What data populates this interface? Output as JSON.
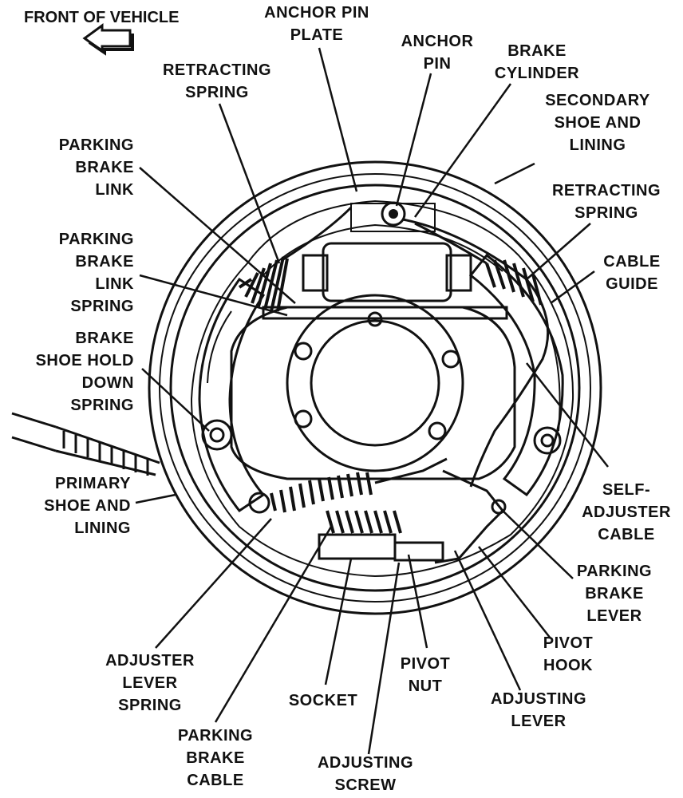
{
  "header": {
    "front_of_vehicle": "FRONT OF VEHICLE"
  },
  "labels": {
    "anchor_pin_plate": [
      "ANCHOR PIN",
      "PLATE"
    ],
    "anchor_pin": [
      "ANCHOR",
      "PIN"
    ],
    "brake_cylinder": [
      "BRAKE",
      "CYLINDER"
    ],
    "retracting_spring_left": [
      "RETRACTING",
      "SPRING"
    ],
    "secondary_shoe": [
      "SECONDARY",
      "SHOE AND",
      "LINING"
    ],
    "parking_brake_link": [
      "PARKING",
      "BRAKE",
      "LINK"
    ],
    "retracting_spring_right": [
      "RETRACTING",
      "SPRING"
    ],
    "parking_brake_link_spring": [
      "PARKING",
      "BRAKE",
      "LINK",
      "SPRING"
    ],
    "cable_guide": [
      "CABLE",
      "GUIDE"
    ],
    "hold_down_spring": [
      "BRAKE",
      "SHOE HOLD",
      "DOWN",
      "SPRING"
    ],
    "primary_shoe": [
      "PRIMARY",
      "SHOE AND",
      "LINING"
    ],
    "self_adjuster_cable": [
      "SELF-",
      "ADJUSTER",
      "CABLE"
    ],
    "parking_brake_lever": [
      "PARKING",
      "BRAKE",
      "LEVER"
    ],
    "pivot_hook": [
      "PIVOT",
      "HOOK"
    ],
    "adjuster_lever_spring": [
      "ADJUSTER",
      "LEVER",
      "SPRING"
    ],
    "pivot_nut": [
      "PIVOT",
      "NUT"
    ],
    "socket": [
      "SOCKET"
    ],
    "adjusting_lever": [
      "ADJUSTING",
      "LEVER"
    ],
    "parking_brake_cable": [
      "PARKING",
      "BRAKE",
      "CABLE"
    ],
    "adjusting_screw": [
      "ADJUSTING",
      "SCREW"
    ]
  },
  "icons": {
    "direction_arrow": "left-arrow-icon"
  }
}
